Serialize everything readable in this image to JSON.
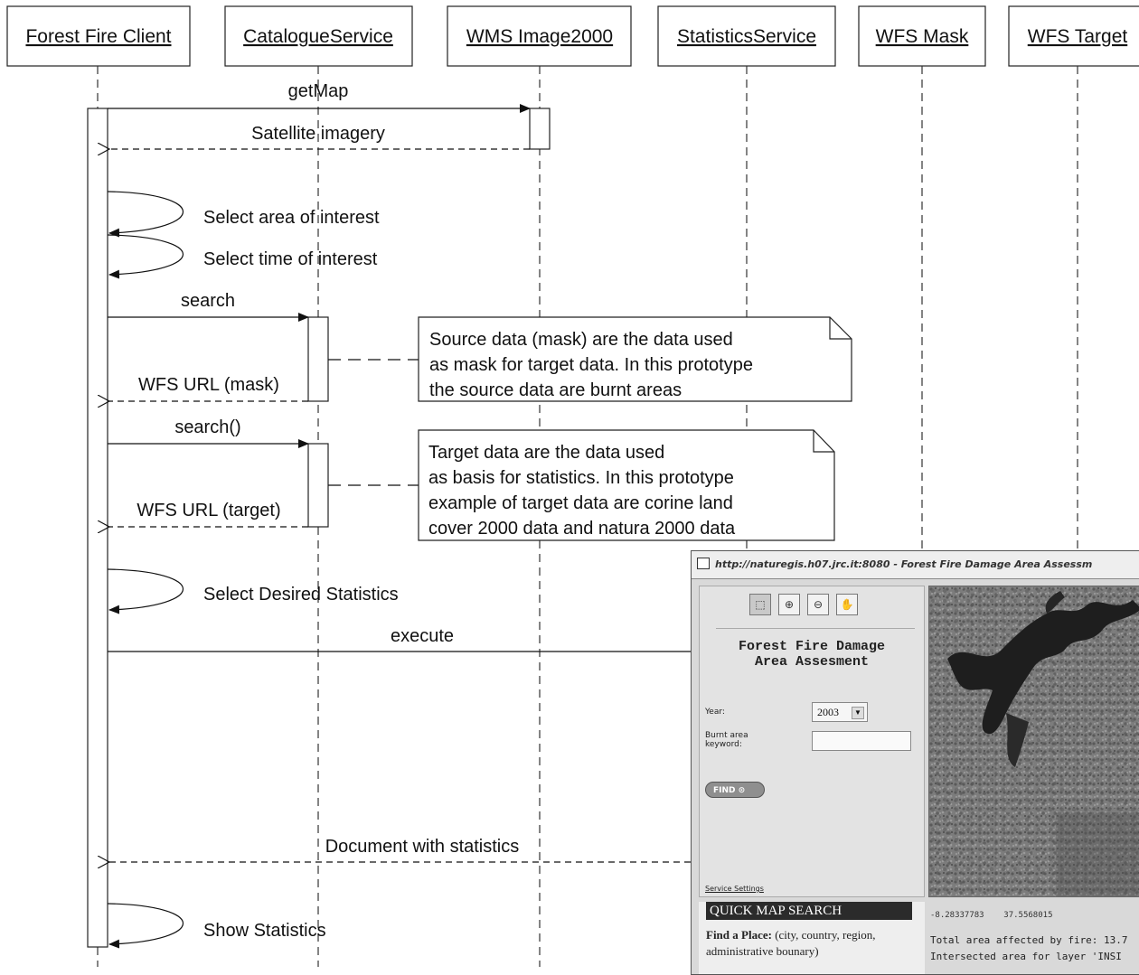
{
  "lifelines": [
    {
      "name": "Forest Fire Client"
    },
    {
      "name": "CatalogueService"
    },
    {
      "name": "WMS Image2000"
    },
    {
      "name": "StatisticsService"
    },
    {
      "name": "WFS Mask"
    },
    {
      "name": "WFS Target"
    }
  ],
  "messages": {
    "getmap": "getMap",
    "satellite": "Satellite imagery",
    "select_area": "Select area of interest",
    "select_time": "Select time of interest",
    "search": "search",
    "wfs_mask": "WFS URL (mask)",
    "search_call": "search()",
    "wfs_target": "WFS URL (target)",
    "select_stats": "Select Desired Statistics",
    "execute": "execute",
    "document": "Document with statistics",
    "show_stats": "Show Statistics"
  },
  "notes": {
    "mask": [
      "Source data (mask) are the data used",
      "as mask for target data. In this prototype",
      "the source data are burnt areas"
    ],
    "target": [
      "Target data are the data used",
      "as basis for statistics. In this prototype",
      "example of target data are corine land",
      "cover 2000 data and natura 2000 data"
    ]
  },
  "inset": {
    "title_bar": "http://naturegis.h07.jrc.it:8080 - Forest Fire Damage Area Assessm",
    "app_title": "Forest Fire Damage Area Assesment",
    "app_title_line1": "Forest Fire Damage",
    "app_title_line2": "Area Assesment",
    "year_label": "Year:",
    "year_value": "2003",
    "burnt_label": "Burnt area keyword:",
    "find_button": "FIND",
    "service_settings": "Service Settings",
    "quick_header": "QUICK MAP SEARCH",
    "find_place_bold": "Find a Place:",
    "find_place_text": "(city, country, region, administrative bounary)",
    "coord_x": "-8.28337783",
    "coord_y": "37.5568015",
    "total_area": "Total area affected by fire: 13.7",
    "intersected": "Intersected area for layer 'INSI"
  }
}
